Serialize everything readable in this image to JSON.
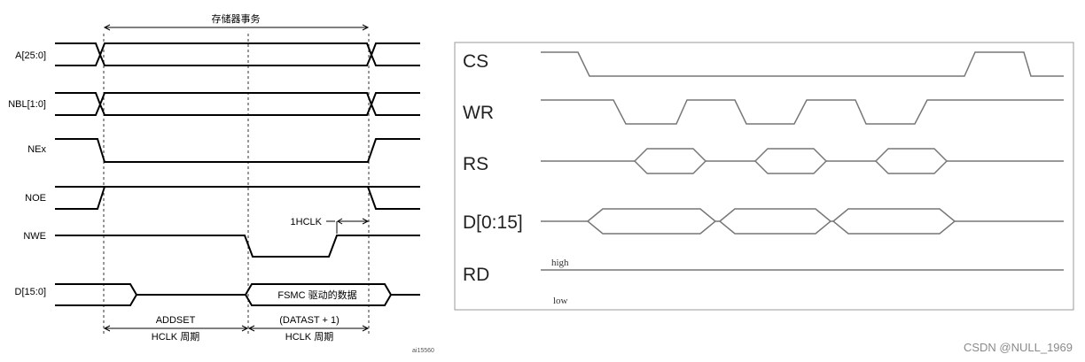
{
  "left_diagram": {
    "title": "存储器事务",
    "signals": [
      "A[25:0]",
      "NBL[1:0]",
      "NEx",
      "NOE",
      "NWE",
      "D[15:0]"
    ],
    "hclk_label": "1HCLK",
    "data_label": "FSMC 驱动的数据",
    "addset_label": "ADDSET",
    "addset_unit": "HCLK 周期",
    "datast_label": "(DATAST + 1)",
    "datast_unit": "HCLK 周期",
    "figure_id": "ai15560"
  },
  "right_diagram": {
    "signals": [
      "CS",
      "WR",
      "RS",
      "D[0:15]",
      "RD"
    ],
    "rd_high": "high",
    "rd_low": "low",
    "line_color": "#777777",
    "border_color": "#999999"
  },
  "watermark": "CSDN @NULL_1969"
}
